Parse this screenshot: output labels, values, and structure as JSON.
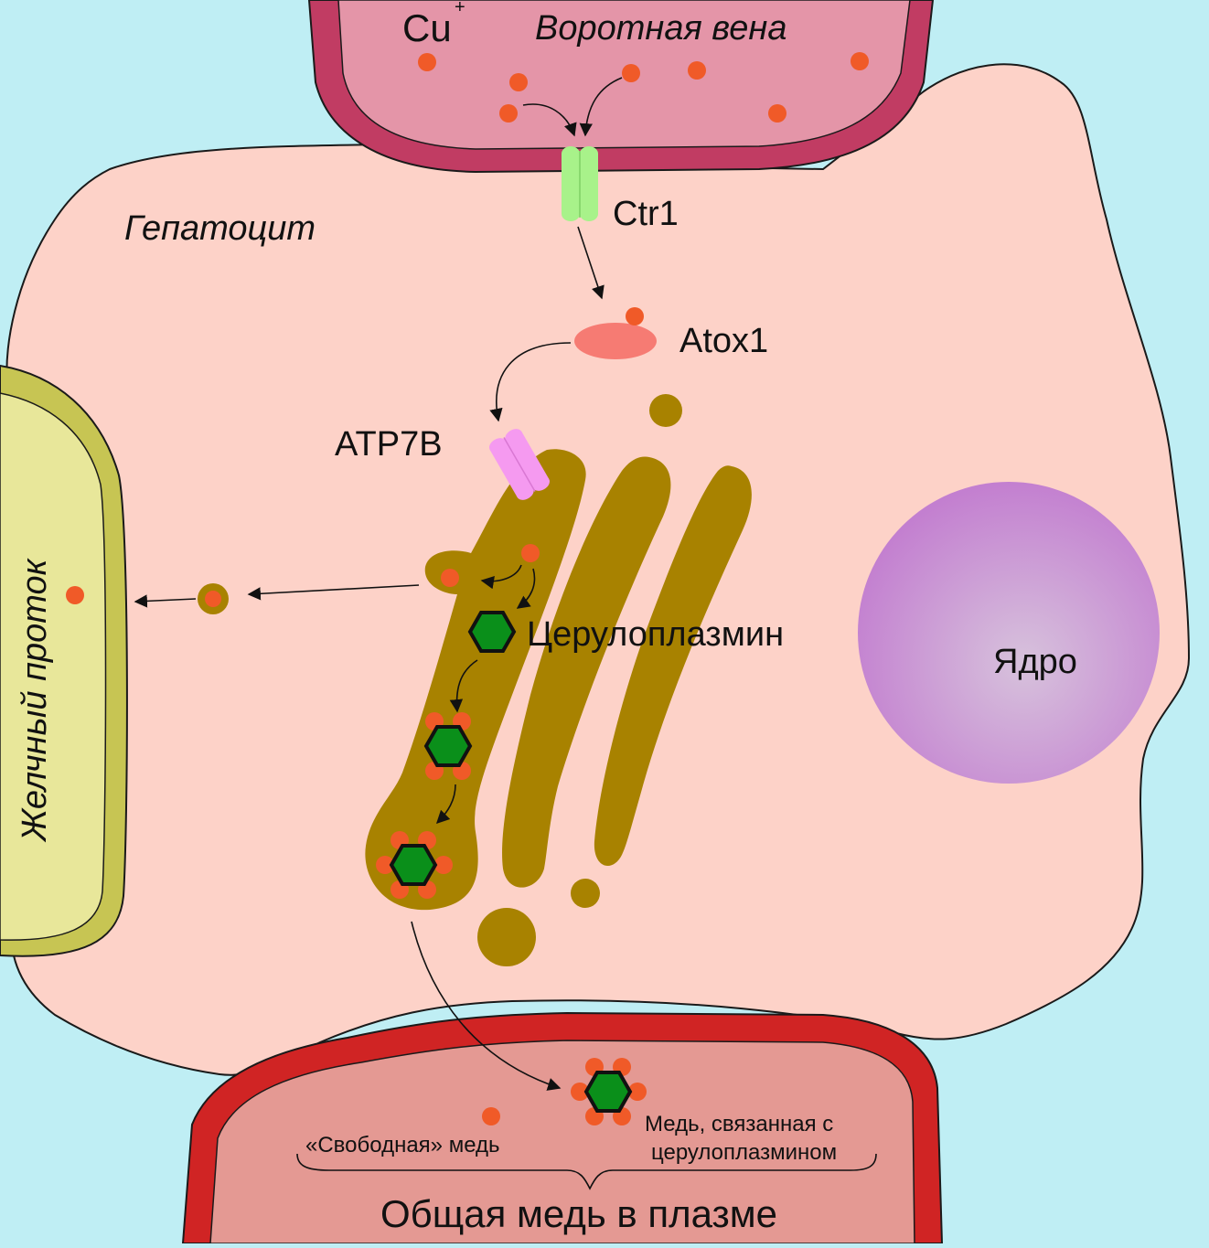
{
  "colors": {
    "background": "#bfeef4",
    "cell": "#fdd2c8",
    "cell_outline": "#1a1a1a",
    "portal_vein_fill": "#e495a8",
    "portal_vein_wall": "#c13c63",
    "plasma_vessel_fill": "#e49993",
    "plasma_vessel_wall": "#d02424",
    "bile_duct_fill": "#e8e79a",
    "bile_duct_wall": "#c7c553",
    "golgi": "#a88200",
    "copper_ion": "#f05a28",
    "ceruloplasmin": "#0a8f1a",
    "ctr1": "#a8f28a",
    "atp7b": "#f59af0",
    "atox1": "#f67b73",
    "nucleus": "#c58fd2"
  },
  "labels": {
    "copper_ion": "Cu",
    "copper_charge": "+",
    "portal_vein": "Воротная вена",
    "hepatocyte": "Гепатоцит",
    "ctr1": "Ctr1",
    "atox1": "Atox1",
    "atp7b": "ATP7B",
    "ceruloplasmin": "Церулоплазмин",
    "nucleus": "Ядро",
    "bile_duct": "Желчный проток",
    "free_copper": "«Свободная» медь",
    "bound_copper_line1": "Медь, связанная с",
    "bound_copper_line2": "церулоплазмином",
    "total_plasma_copper": "Общая медь в плазме"
  }
}
